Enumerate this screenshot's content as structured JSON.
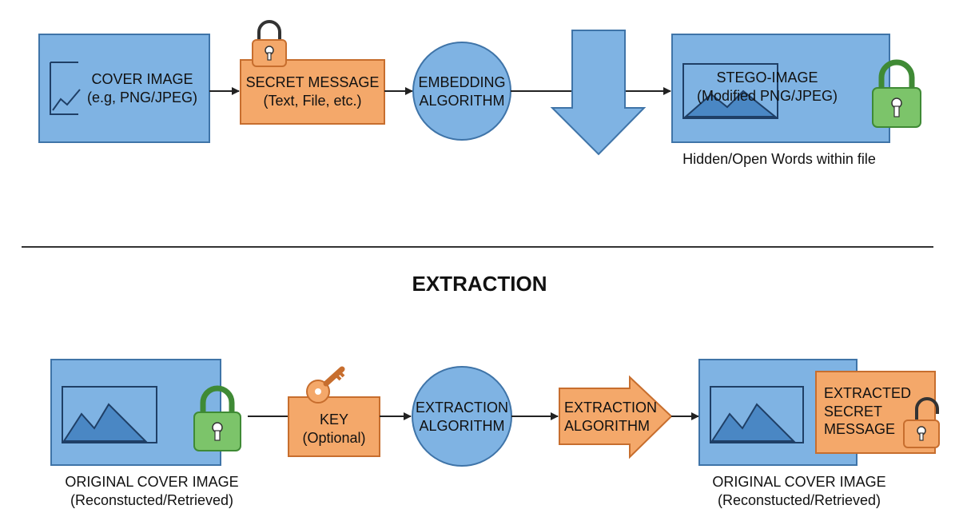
{
  "colors": {
    "blue_fill": "#7fb3e3",
    "blue_stroke": "#3f74a8",
    "orange_fill": "#f4a86a",
    "orange_stroke": "#c76e2e",
    "green_fill": "#7cc46a",
    "green_stroke": "#3f8a35",
    "line": "#222222"
  },
  "embedding": {
    "cover": {
      "line1": "COVER IMAGE",
      "line2": "(e.g, PNG/JPEG)"
    },
    "secret": {
      "line1": "SECRET MESSAGE",
      "line2": "(Text, File, etc.)"
    },
    "algorithm": {
      "line1": "EMBEDDING",
      "line2": "ALGORITHM"
    },
    "stego": {
      "line1": "STEGO-IMAGE",
      "line2": "(Modified PNG/JPEG)"
    },
    "caption": "Hidden/Open Words within file"
  },
  "section_title": "EXTRACTION",
  "extraction": {
    "original_left": {
      "line1": "ORIGINAL COVER IMAGE",
      "line2": "(Reconstucted/Retrieved)"
    },
    "key": {
      "line1": "KEY",
      "line2": "(Optional)"
    },
    "algorithm_circle": {
      "line1": "EXTRACTION",
      "line2": "ALGORITHM"
    },
    "algorithm_arrow": {
      "line1": "EXTRACTION",
      "line2": "ALGORITHM"
    },
    "extracted": {
      "line1": "EXTRACTED",
      "line2": "SECRET",
      "line3": "MESSAGE"
    },
    "original_right": {
      "line1": "ORIGINAL COVER IMAGE",
      "line2": "(Reconstucted/Retrieved)"
    }
  },
  "icons": [
    "lock-closed-icon",
    "key-icon",
    "lock-open-icon",
    "mountain-image-icon",
    "down-arrow-icon"
  ]
}
